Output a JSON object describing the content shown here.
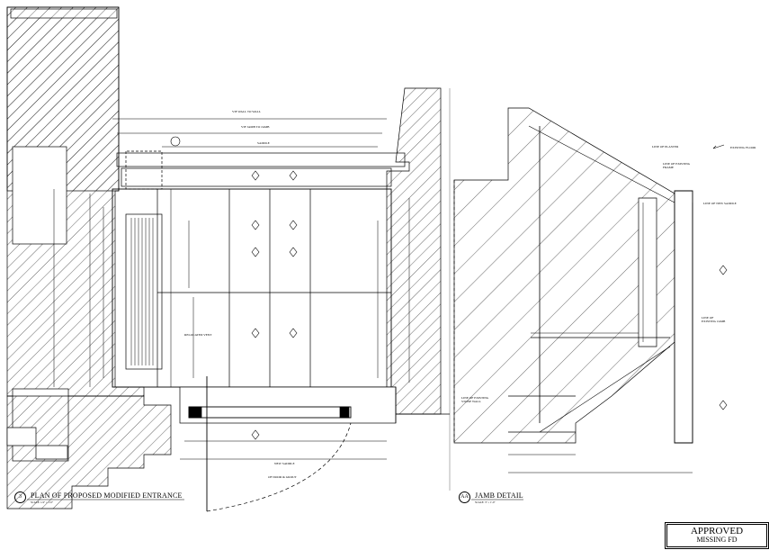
{
  "plan": {
    "title": "PLAN OF PROPOSED MODIFIED ENTRANCE",
    "scale": "SCALE: 1/4\" = 1'-0\"",
    "marker": "3",
    "dims": {
      "wall_to_wall": "VIF WALL TO WALL",
      "jamb_to_jamb": "VIF JAMB TO JAMB",
      "saddle": "SADDLE",
      "saddle_bottom": "NEW SADDLE",
      "door_grout": "OF DOOR & GROUT",
      "relocated_vent": "RELOCATED VENT"
    }
  },
  "detail": {
    "title": "JAMB DETAIL",
    "scale": "SCALE: 3\" = 1'-0\"",
    "marker": "AA",
    "notes": {
      "existing_floor": "EXISTING FLOOR",
      "line_of_plaster": "LINE OF PLASTER",
      "line_of_existing_frame": "LINE OF EXISTING FRAME",
      "line_of_new_saddle": "LINE OF NEW SADDLE",
      "line_of_existing_jamb": "LINE OF EXISTING JAMB",
      "line_of_existing_stone": "LINE OF EXISTING STONE WALL"
    }
  },
  "stamp": {
    "line1": "APPROVED",
    "line2": "MISSING FD"
  }
}
